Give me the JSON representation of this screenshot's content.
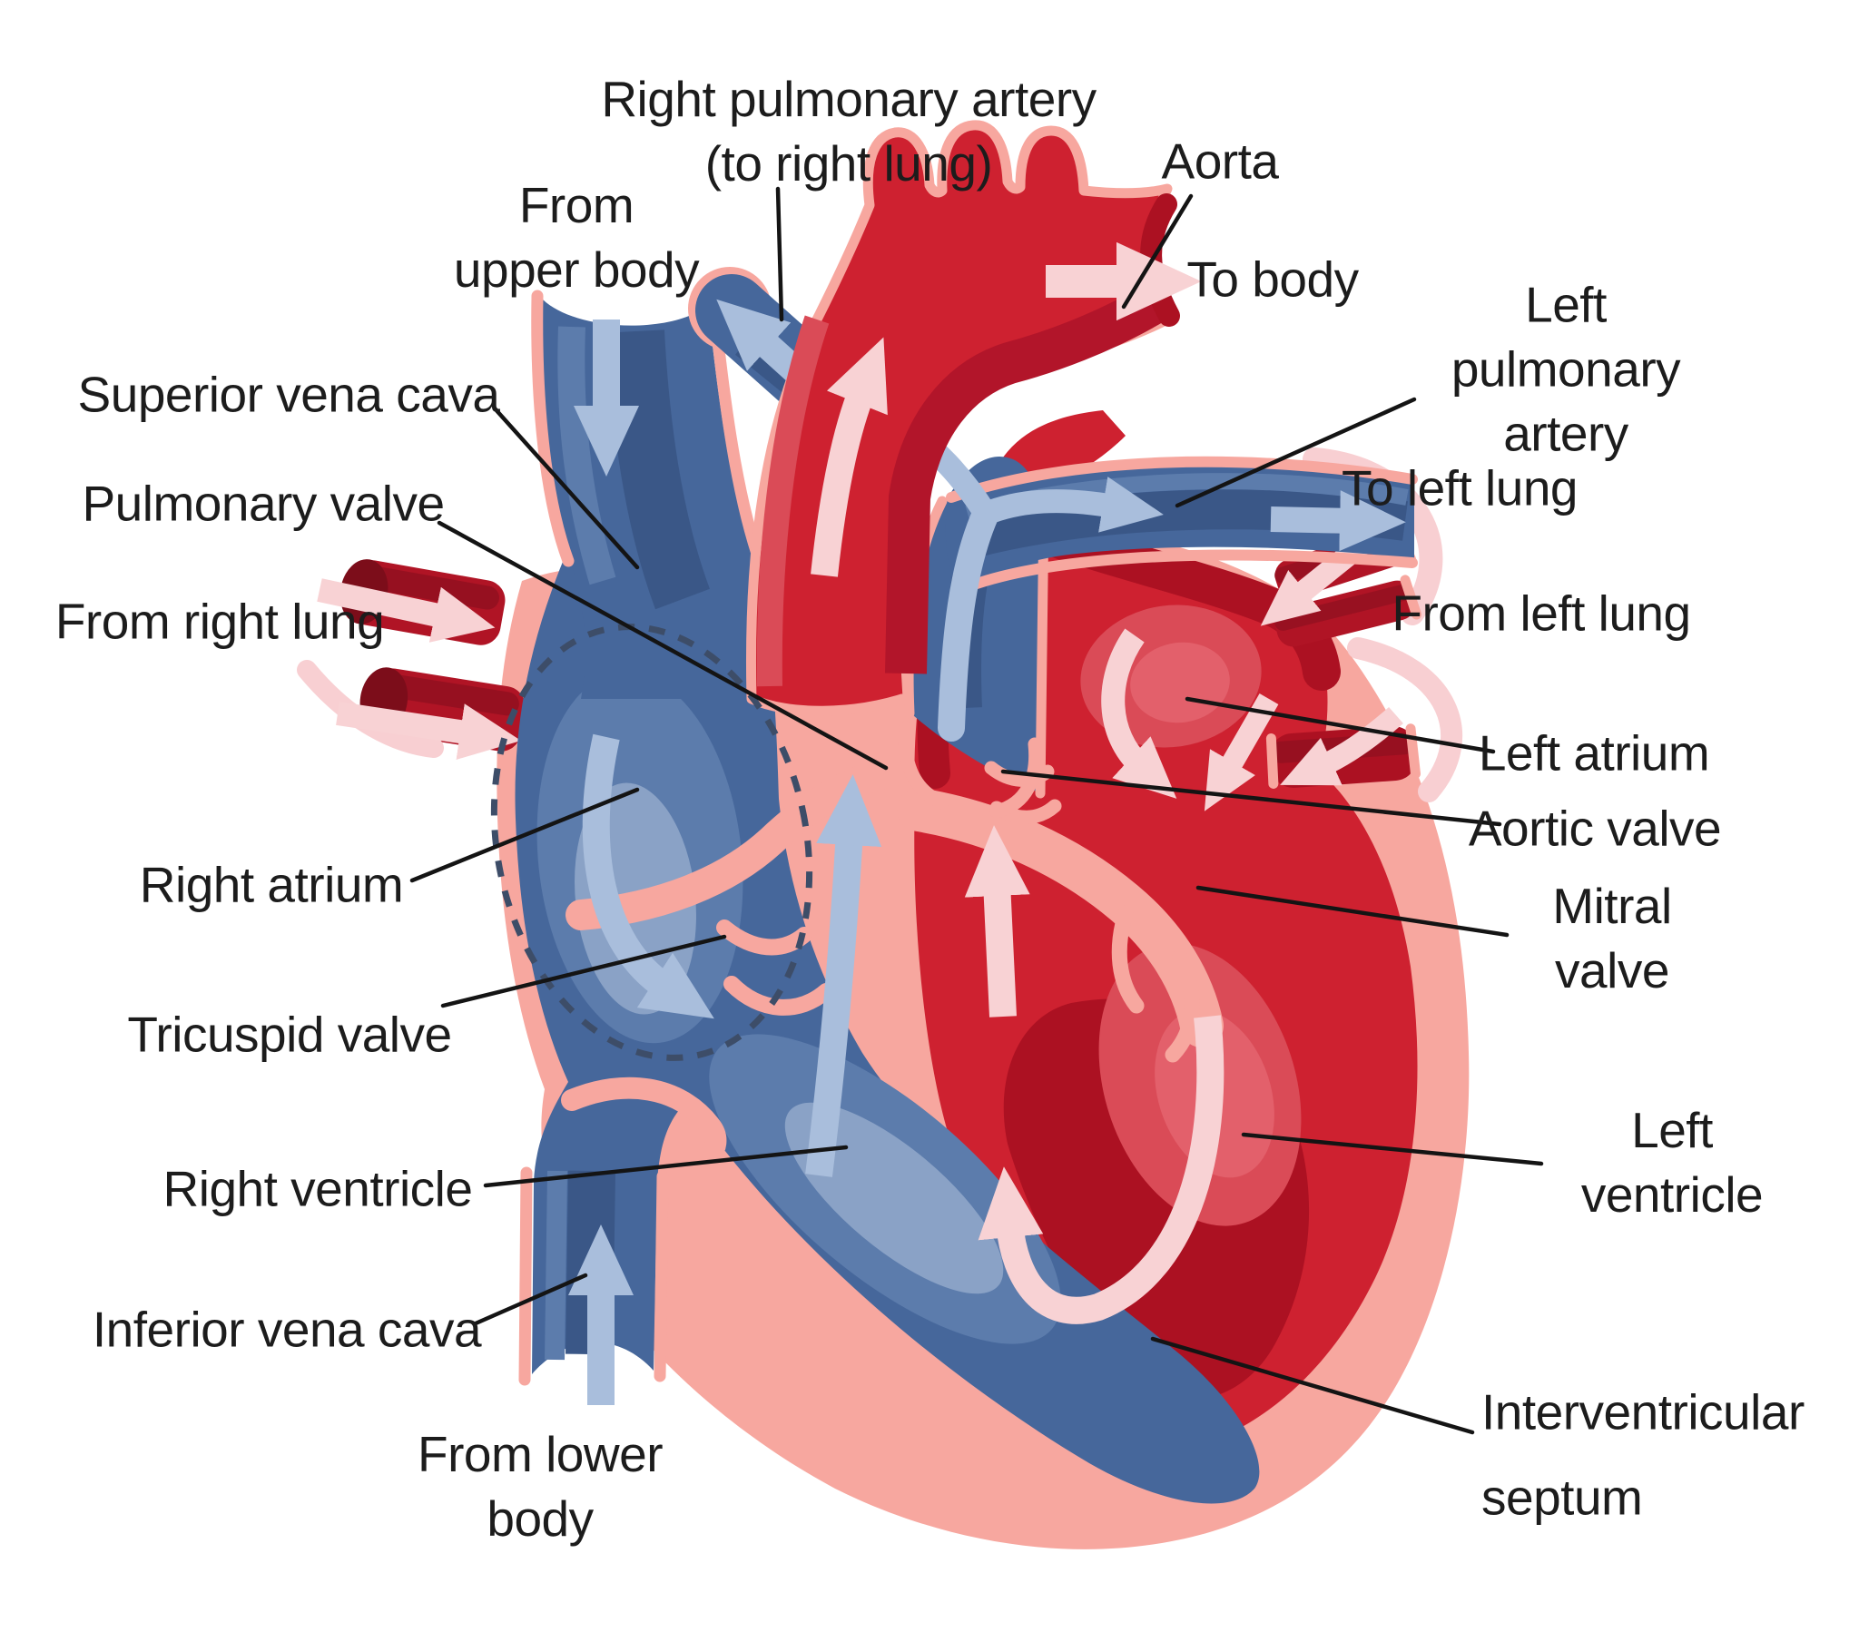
{
  "diagram": {
    "subject": "human-heart-cross-section-blood-flow",
    "background": "#ffffff"
  },
  "palette": {
    "body_pink": "#F7A79F",
    "red_main": "#CE2130",
    "red_dark": "#AC1122",
    "red_deep": "#8E0F1F",
    "red_light": "#DA4B57",
    "red_lighter": "#E3606B",
    "vein_red": "#B01425",
    "blue_main": "#46679B",
    "blue_dark": "#3A5787",
    "blue_mid": "#5C7CAC",
    "blue_light": "#8AA2C6",
    "blue_arrow": "#A9BEDC",
    "pink_arrow": "#F8D2D4",
    "dashed_line": "#3D4D68",
    "pointer_line": "#141414",
    "text": "#1c1c1c"
  },
  "labels": {
    "right_pulmonary_artery": {
      "text": "Right pulmonary artery\n(to right lung)"
    },
    "from_upper_body": {
      "text": "From\nupper body"
    },
    "aorta": {
      "text": "Aorta"
    },
    "to_body": {
      "text": "To body"
    },
    "superior_vena_cava": {
      "text": "Superior vena cava"
    },
    "left_pulmonary_artery": {
      "text": "Left pulmonary artery"
    },
    "pulmonary_valve": {
      "text": "Pulmonary valve"
    },
    "to_left_lung": {
      "text": "To left lung"
    },
    "from_right_lung": {
      "text": "From right lung"
    },
    "from_left_lung": {
      "text": "From left lung"
    },
    "left_atrium": {
      "text": "Left atrium"
    },
    "aortic_valve": {
      "text": "Aortic valve"
    },
    "right_atrium": {
      "text": "Right atrium"
    },
    "mitral_valve": {
      "text": "Mitral  valve"
    },
    "tricuspid_valve": {
      "text": "Tricuspid  valve"
    },
    "right_ventricle": {
      "text": "Right ventricle"
    },
    "left_ventricle": {
      "text": "Left ventricle"
    },
    "inferior_vena_cava": {
      "text": "Inferior vena cava"
    },
    "from_lower_body": {
      "text": "From lower\nbody"
    },
    "interventricular_septum": {
      "text": "Interventricular\nseptum"
    }
  },
  "flow_arrows": [
    {
      "name": "svc-flow-down",
      "color": "#A9BEDC"
    },
    {
      "name": "rpa-flow-to-right-lung",
      "color": "#A9BEDC"
    },
    {
      "name": "pulmonary-trunk-split-flow",
      "color": "#A9BEDC"
    },
    {
      "name": "lpa-flow-to-left-lung",
      "color": "#A9BEDC"
    },
    {
      "name": "right-ventricle-upflow",
      "color": "#A9BEDC"
    },
    {
      "name": "right-atrium-inflow",
      "color": "#A9BEDC"
    },
    {
      "name": "ivc-flow-up",
      "color": "#A9BEDC"
    },
    {
      "name": "aorta-flow-to-body",
      "color": "#F8D2D4"
    },
    {
      "name": "ascending-aorta-flow",
      "color": "#F8D2D4"
    },
    {
      "name": "right-lung-vein-inflow-1",
      "color": "#F8D2D4"
    },
    {
      "name": "right-lung-vein-inflow-2",
      "color": "#F8D2D4"
    },
    {
      "name": "left-atrium-inflow",
      "color": "#F8D2D4"
    },
    {
      "name": "left-lung-vein-inflow-1",
      "color": "#F8D2D4"
    },
    {
      "name": "left-lung-vein-inflow-2",
      "color": "#F8D2D4"
    },
    {
      "name": "left-ventricle-upflow",
      "color": "#F8D2D4"
    },
    {
      "name": "left-ventricle-loop-flow",
      "color": "#F8D2D4"
    }
  ]
}
